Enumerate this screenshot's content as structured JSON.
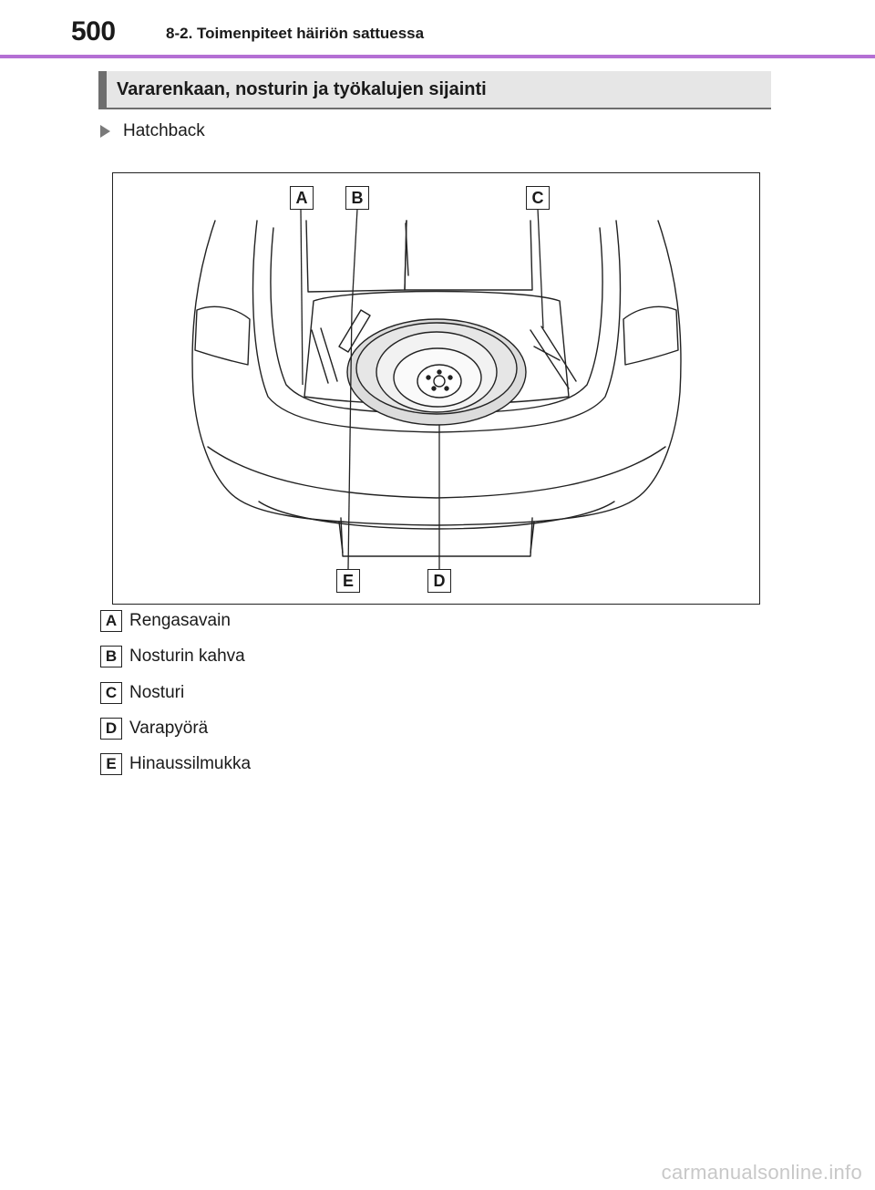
{
  "header": {
    "page_number": "500",
    "chapter": "8-2. Toimenpiteet häiriön sattuessa"
  },
  "section": {
    "title": "Vararenkaan, nosturin ja työkalujen sijainti"
  },
  "variant": {
    "label": "Hatchback",
    "icon": "triangle-bullet-icon"
  },
  "illustration": {
    "callouts": [
      "A",
      "B",
      "C",
      "D",
      "E"
    ]
  },
  "legend": [
    {
      "key": "A",
      "text": "Rengasavain"
    },
    {
      "key": "B",
      "text": "Nosturin kahva"
    },
    {
      "key": "C",
      "text": "Nosturi"
    },
    {
      "key": "D",
      "text": "Varapyörä"
    },
    {
      "key": "E",
      "text": "Hinaussilmukka"
    }
  ],
  "watermark": "carmanualsonline.info",
  "colors": {
    "accent_rule": "#b46fd4",
    "section_fill": "#e6e6e6",
    "spare_tire_fill": "#dcdcdc"
  }
}
